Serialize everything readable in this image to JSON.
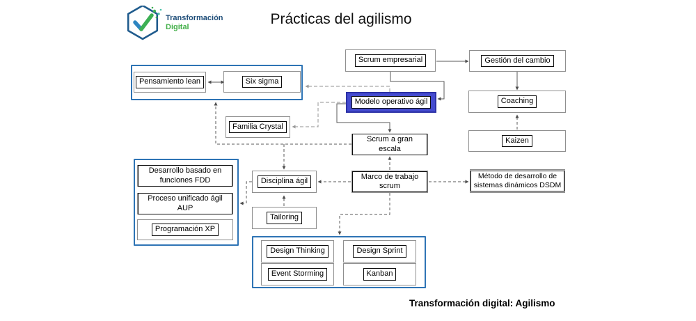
{
  "header": {
    "title": "Prácticas del agilismo",
    "logo": {
      "brand_line1": "Transformación",
      "brand_line2": "Digital"
    }
  },
  "footer": {
    "caption": "Transformación digital: Agilismo"
  },
  "colors": {
    "group_border": "#2e74b5",
    "highlight_fill": "#444bcf",
    "highlight_border": "#2c31a6",
    "box_outer_border": "#8f8f8f",
    "box_inner_border": "#0d0d0d",
    "connector_dark": "#595959",
    "connector_light": "#a6a6a6",
    "brand_blue": "#1f4e79",
    "brand_green": "#44b04a"
  },
  "nodes": {
    "scrum_empresarial": {
      "label": "Scrum empresarial"
    },
    "gestion_del_cambio": {
      "label": "Gestión del cambio"
    },
    "modelo_operativo_agil": {
      "label": "Modelo operativo ágil"
    },
    "coaching": {
      "label": "Coaching"
    },
    "kaizen": {
      "label": "Kaizen"
    },
    "pensamiento_lean": {
      "label": "Pensamiento lean"
    },
    "six_sigma": {
      "label": "Six sigma"
    },
    "familia_crystal": {
      "label": "Familia Crystal"
    },
    "scrum_a_gran_escala": {
      "label": "Scrum a gran escala"
    },
    "marco_de_trabajo_scrum": {
      "label": "Marco de trabajo scrum"
    },
    "disciplina_agil": {
      "label": "Disciplina ágil"
    },
    "tailoring": {
      "label": "Tailoring"
    },
    "metodo_dsdm": {
      "label": "Método de desarrollo de sistemas dinámicos DSDM"
    },
    "fdd": {
      "label": "Desarrollo basado en funciones FDD"
    },
    "aup": {
      "label": "Proceso unificado ágil AUP"
    },
    "xp": {
      "label": "Programación XP"
    },
    "design_thinking": {
      "label": "Design Thinking"
    },
    "design_sprint": {
      "label": "Design Sprint"
    },
    "event_storming": {
      "label": "Event Storming"
    },
    "kanban": {
      "label": "Kanban"
    }
  },
  "edges": [
    {
      "from": "scrum_empresarial",
      "to": "gestion_del_cambio",
      "style": "solid"
    },
    {
      "from": "scrum_empresarial",
      "to": "modelo_operativo_agil",
      "style": "solid"
    },
    {
      "from": "gestion_del_cambio",
      "to": "coaching",
      "style": "solid"
    },
    {
      "from": "modelo_operativo_agil",
      "to": "scrum_a_gran_escala",
      "style": "solid"
    },
    {
      "from": "pensamiento_lean",
      "to": "six_sigma",
      "style": "solid",
      "bidirectional": true
    },
    {
      "from": "scrum_a_gran_escala",
      "to": "lean_six_sigma_group",
      "style": "dashed"
    },
    {
      "from": "scrum_a_gran_escala",
      "to": "disciplina_agil",
      "style": "dashed"
    },
    {
      "from": "marco_de_trabajo_scrum",
      "to": "scrum_a_gran_escala",
      "style": "dashed"
    },
    {
      "from": "marco_de_trabajo_scrum",
      "to": "disciplina_agil",
      "style": "dashed"
    },
    {
      "from": "marco_de_trabajo_scrum",
      "to": "metodo_dsdm",
      "style": "dashed"
    },
    {
      "from": "marco_de_trabajo_scrum",
      "to": "design_group",
      "style": "dashed"
    },
    {
      "from": "disciplina_agil",
      "to": "fdd_group",
      "style": "dashed"
    },
    {
      "from": "tailoring",
      "to": "disciplina_agil",
      "style": "dashed"
    },
    {
      "from": "kaizen",
      "to": "coaching",
      "style": "dashed"
    },
    {
      "from": "modelo_operativo_agil",
      "to": "lean_six_sigma_group",
      "style": "dashed-light"
    },
    {
      "from": "modelo_operativo_agil",
      "to": "familia_crystal",
      "style": "dashed-light"
    }
  ]
}
